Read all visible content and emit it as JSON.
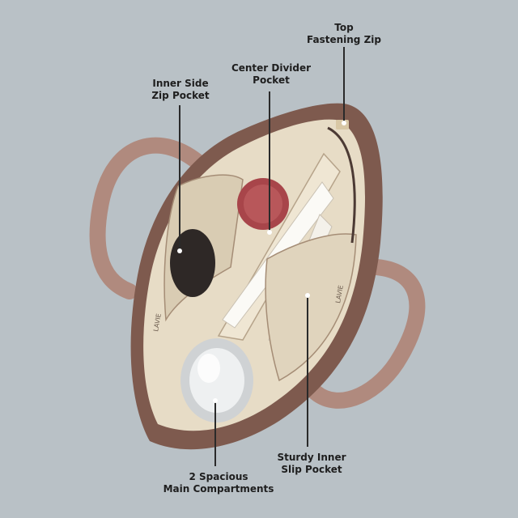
{
  "callouts": {
    "top_zip": "Top\nFastening Zip",
    "center_divider": "Center Divider\nPocket",
    "inner_side_zip": "Inner Side\nZip Pocket",
    "main_compartments": "2 Spacious\nMain Compartments",
    "slip_pocket": "Sturdy Inner\nSlip Pocket"
  },
  "brand_mark": "LAVIE",
  "colors": {
    "background": "#b9c1c6",
    "leather": "#7e5a4e",
    "lining": "#e7dcc6",
    "handle": "#b08a7e"
  }
}
